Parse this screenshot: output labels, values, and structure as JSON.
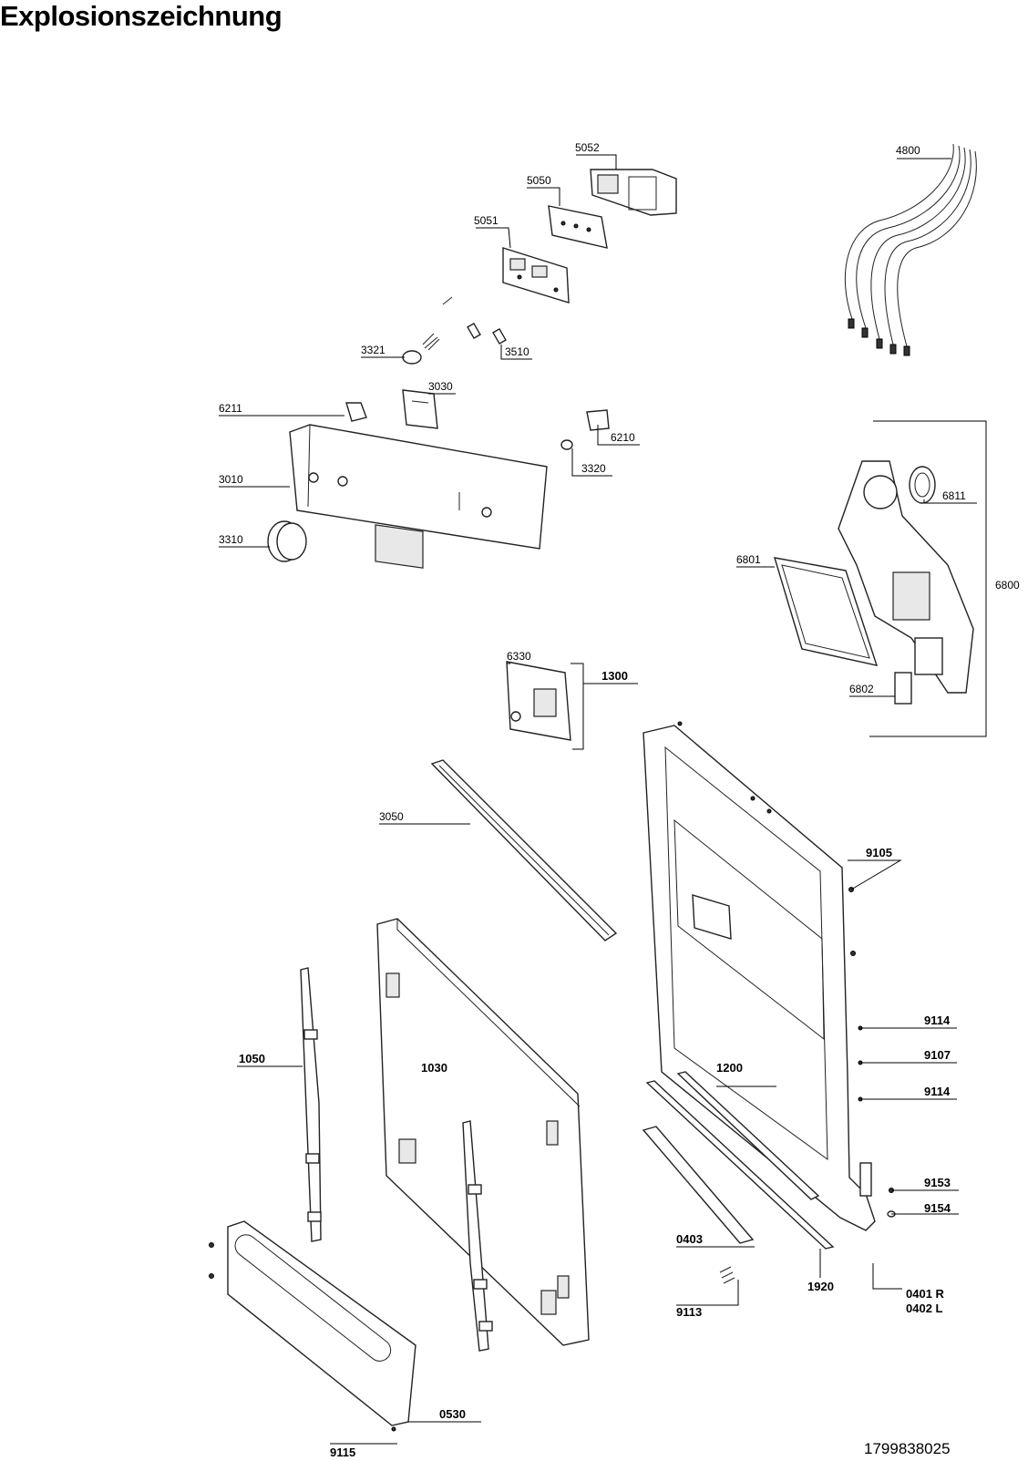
{
  "title": "Explosionszeichnung",
  "document_number": "1799838025",
  "callouts": {
    "c4800": "4800",
    "c5052": "5052",
    "c5050": "5050",
    "c5051": "5051",
    "c3321": "3321",
    "c3510": "3510",
    "c3030": "3030",
    "c6211": "6211",
    "c6210": "6210",
    "c3320": "3320",
    "c3010": "3010",
    "c3310": "3310",
    "c6811": "6811",
    "c6801": "6801",
    "c6800": "6800",
    "c6802": "6802",
    "c6330": "6330",
    "c1300": "1300",
    "c3050": "3050",
    "c9105": "9105",
    "c1050": "1050",
    "c1030": "1030",
    "c1200": "1200",
    "c9114a": "9114",
    "c9107": "9107",
    "c9114b": "9114",
    "c9153": "9153",
    "c9154": "9154",
    "c0403": "0403",
    "c1920": "1920",
    "c0401": "0401 R",
    "c0402": "0402 L",
    "c9113": "9113",
    "c0530": "0530",
    "c9115": "9115"
  }
}
